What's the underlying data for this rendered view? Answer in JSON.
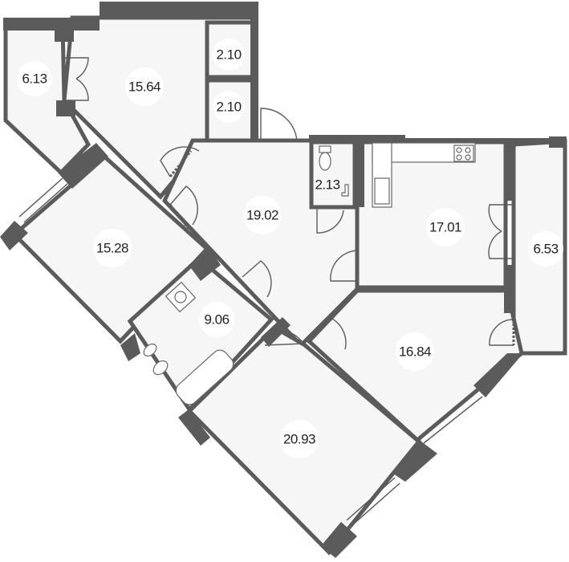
{
  "plan": {
    "rooms": [
      {
        "id": "balcony-left",
        "area": "6.13"
      },
      {
        "id": "bedroom-top",
        "area": "15.64"
      },
      {
        "id": "closet-1",
        "area": "2.10"
      },
      {
        "id": "closet-2",
        "area": "2.10"
      },
      {
        "id": "hallway",
        "area": "19.02"
      },
      {
        "id": "wc",
        "area": "2.13"
      },
      {
        "id": "kitchen",
        "area": "17.01"
      },
      {
        "id": "balcony-right",
        "area": "6.53"
      },
      {
        "id": "bedroom-left",
        "area": "15.28"
      },
      {
        "id": "bathroom",
        "area": "9.06"
      },
      {
        "id": "bedroom-right",
        "area": "16.84"
      },
      {
        "id": "living-room",
        "area": "20.93"
      }
    ],
    "colors": {
      "wall": "#5b5b5b",
      "floor": "#f6f6f6"
    }
  }
}
